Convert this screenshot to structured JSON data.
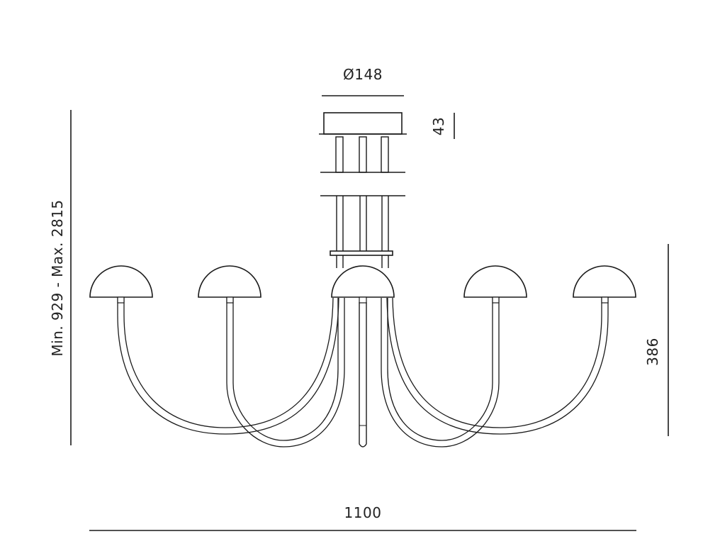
{
  "dimensions": {
    "canopy_diameter": "Ø148",
    "canopy_height": "43",
    "overall_height": "Min. 929 - Max. 2815",
    "arm_height": "386",
    "overall_width": "1100"
  },
  "colors": {
    "line": "#1a1a1a",
    "background": "#ffffff"
  }
}
